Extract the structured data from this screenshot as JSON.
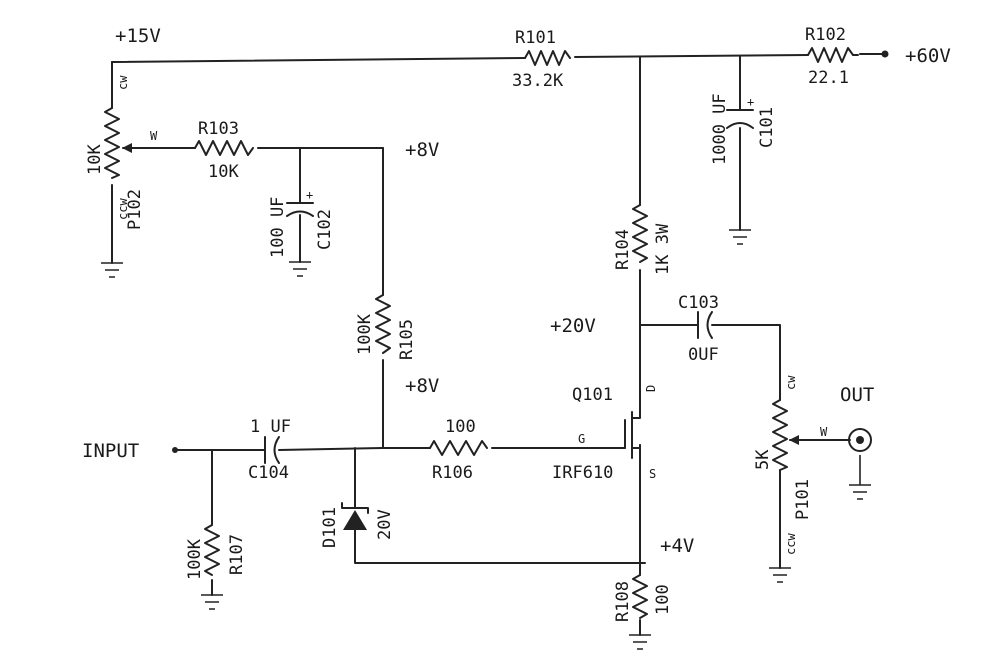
{
  "rails": {
    "v15": "+15V",
    "v60": "+60V",
    "v8_top": "+8V",
    "v8_gate": "+8V",
    "v20": "+20V",
    "v4": "+4V"
  },
  "io": {
    "input": "INPUT",
    "output": "OUT"
  },
  "resistors": {
    "r101": {
      "ref": "R101",
      "value": "33.2K"
    },
    "r102": {
      "ref": "R102",
      "value": "22.1"
    },
    "r103": {
      "ref": "R103",
      "value": "10K"
    },
    "r104": {
      "ref": "R104",
      "value": "1K 3W"
    },
    "r105": {
      "ref": "R105",
      "value": "100K"
    },
    "r106": {
      "ref": "R106",
      "value": "100"
    },
    "r107": {
      "ref": "R107",
      "value": "100K"
    },
    "r108": {
      "ref": "R108",
      "value": "100"
    }
  },
  "capacitors": {
    "c101": {
      "ref": "C101",
      "value": "1000 UF",
      "polarity": "+"
    },
    "c102": {
      "ref": "C102",
      "value": "100 UF",
      "polarity": "+"
    },
    "c103": {
      "ref": "C103",
      "value": "0UF"
    },
    "c104": {
      "ref": "C104",
      "value": "1 UF"
    }
  },
  "pots": {
    "p102": {
      "ref": "P102",
      "value": "10K",
      "cw": "cw",
      "ccw": "ccw",
      "wiper": "W"
    },
    "p101": {
      "ref": "P101",
      "value": "5K",
      "cw": "cw",
      "ccw": "ccw",
      "wiper": "W"
    }
  },
  "transistor": {
    "ref": "Q101",
    "part": "IRF610",
    "gate": "G",
    "drain": "D",
    "source": "S"
  },
  "diode": {
    "ref": "D101",
    "value": "20V"
  }
}
